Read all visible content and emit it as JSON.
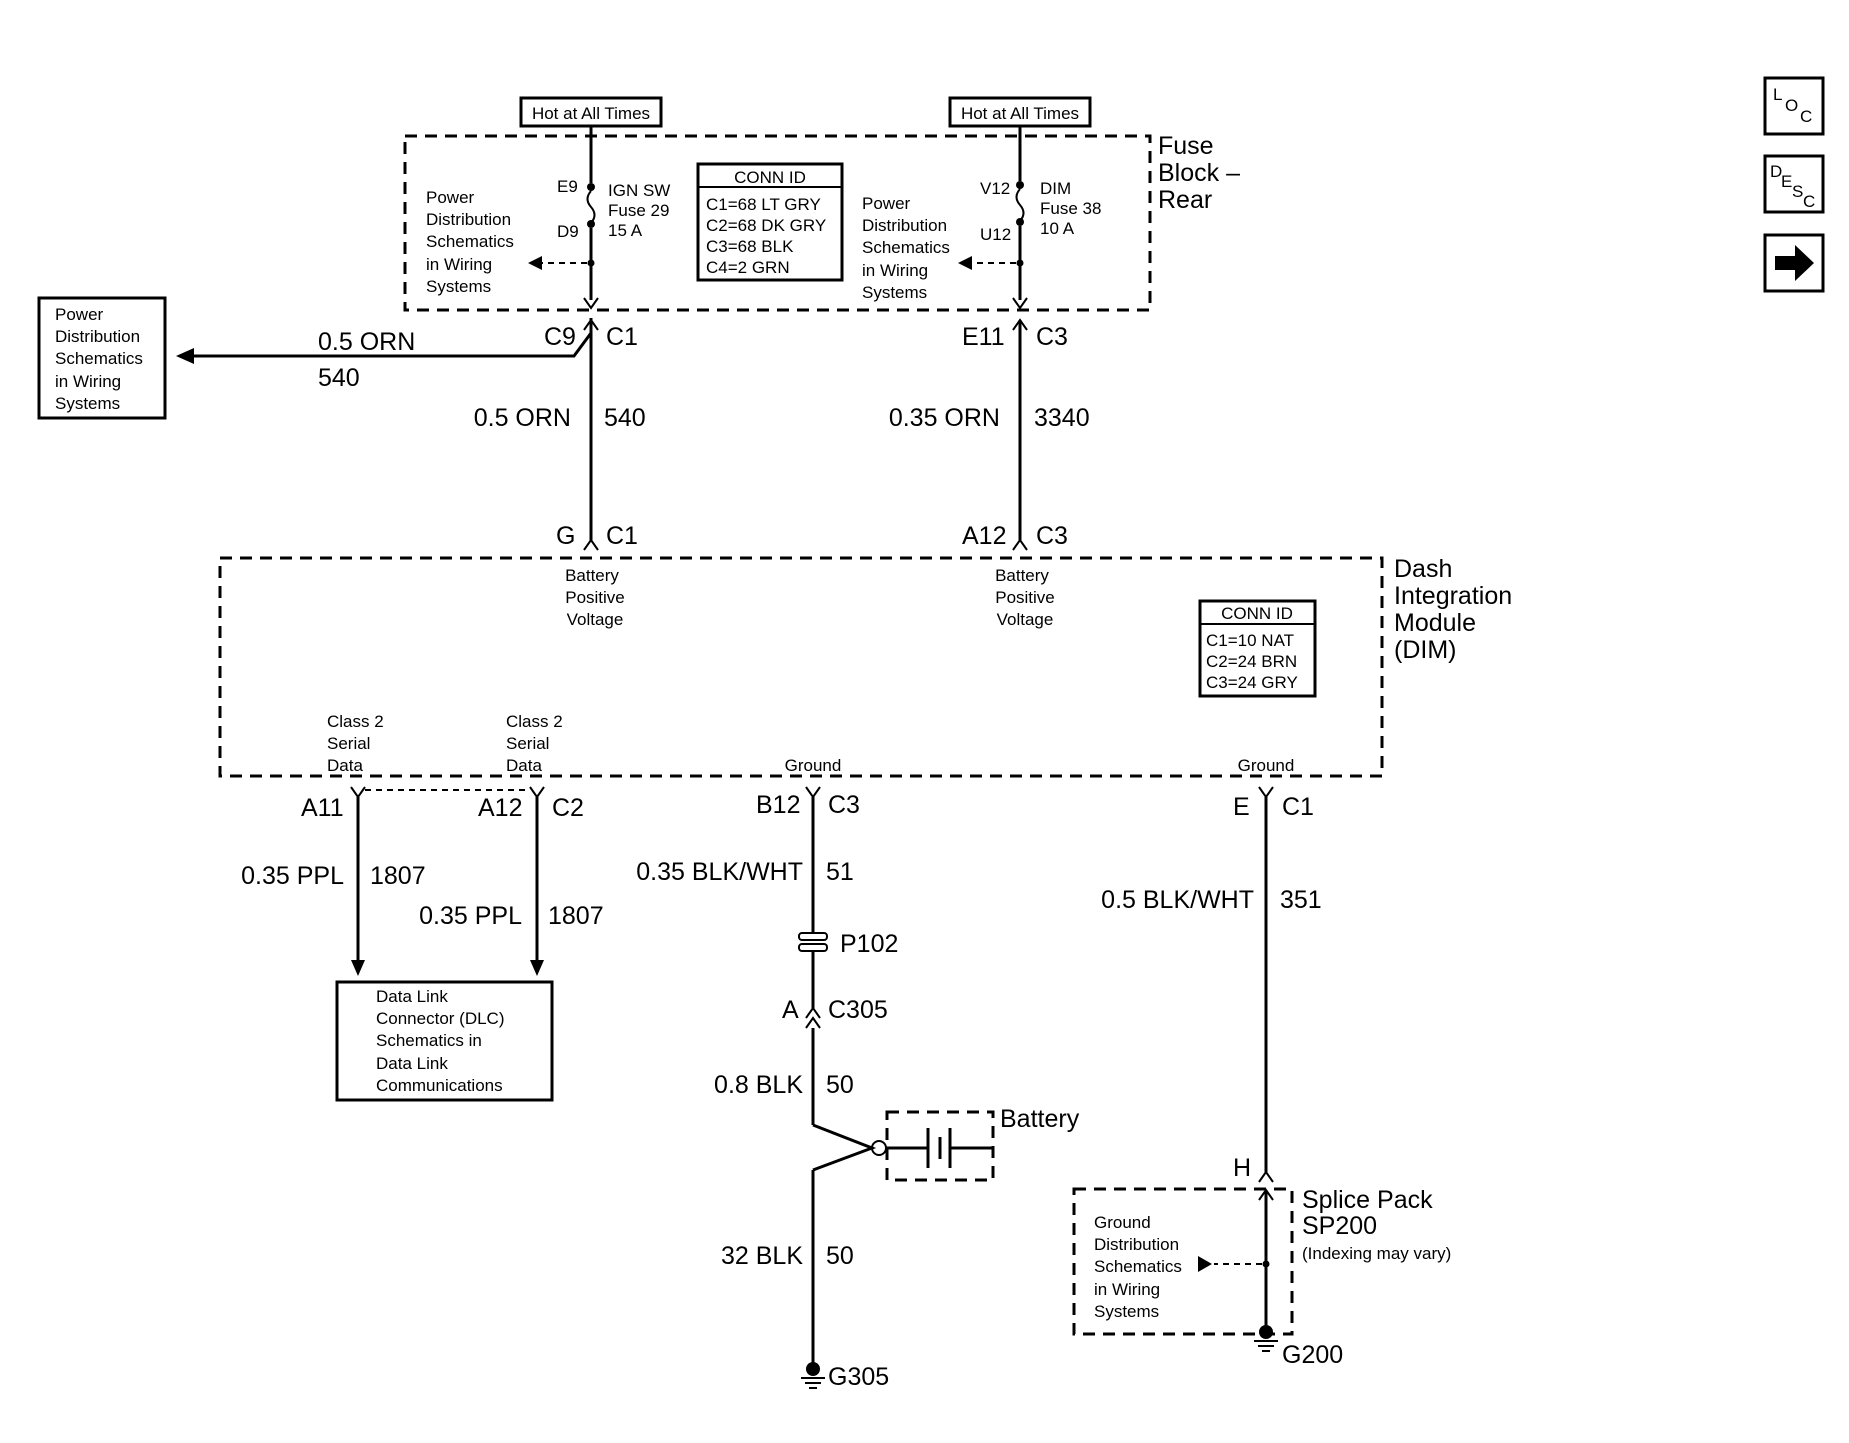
{
  "nav": {
    "loc": [
      "L",
      "O",
      "C"
    ],
    "desc": [
      "D",
      "E",
      "S",
      "C"
    ],
    "next_icon": "right-arrow-icon"
  },
  "fuse_block": {
    "title": [
      "Fuse",
      "Block –",
      "Rear"
    ],
    "hot_left": "Hot at All Times",
    "hot_right": "Hot at All Times",
    "conn_id": {
      "title": "CONN ID",
      "rows": [
        "C1=68 LT GRY",
        "C2=68 DK GRY",
        "C3=68 BLK",
        "C4=2 GRN"
      ]
    },
    "left_fuse": {
      "pin_in": "E9",
      "pin_out": "D9",
      "label": [
        "IGN SW",
        "Fuse 29",
        "15 A"
      ]
    },
    "right_fuse": {
      "pin_in": "V12",
      "pin_out": "U12",
      "label": [
        "DIM",
        "Fuse 38",
        "10 A"
      ]
    },
    "ref_left": [
      "Power",
      "Distribution",
      "Schematics",
      "in Wiring",
      "Systems"
    ],
    "ref_right": [
      "Power",
      "Distribution",
      "Schematics",
      "in Wiring",
      "Systems"
    ]
  },
  "power_dist_box": [
    "Power",
    "Distribution",
    "Schematics",
    "in Wiring",
    "Systems"
  ],
  "left_branch": {
    "pin": "C9",
    "conn": "C1",
    "wire": "0.5 ORN",
    "circuit": "540"
  },
  "left_feed": {
    "wire": "0.5 ORN",
    "circuit": "540",
    "pin": "G",
    "conn": "C1"
  },
  "right_top": {
    "pin": "E11",
    "conn": "C3"
  },
  "right_feed": {
    "wire": "0.35 ORN",
    "circuit": "3340",
    "pin": "A12",
    "conn": "C3"
  },
  "dim": {
    "title": [
      "Dash",
      "Integration",
      "Module",
      "(DIM)"
    ],
    "batt_left": [
      "Battery",
      "Positive",
      "Voltage"
    ],
    "batt_right": [
      "Battery",
      "Positive",
      "Voltage"
    ],
    "class2_a": [
      "Class 2",
      "Serial",
      "Data"
    ],
    "class2_b": [
      "Class 2",
      "Serial",
      "Data"
    ],
    "ground_a": "Ground",
    "ground_b": "Ground",
    "conn_id": {
      "title": "CONN ID",
      "rows": [
        "C1=10 NAT",
        "C2=24 BRN",
        "C3=24 GRY"
      ]
    }
  },
  "serial_a": {
    "pin": "A11",
    "wire": "0.35 PPL",
    "circuit": "1807"
  },
  "serial_b": {
    "pin": "A12",
    "conn": "C2",
    "wire": "0.35 PPL",
    "circuit": "1807"
  },
  "dlc_box": [
    "Data Link",
    "Connector (DLC)",
    "Schematics in",
    "Data Link",
    "Communications"
  ],
  "ground_mid": {
    "pin": "B12",
    "conn": "C3",
    "wire1": "0.35 BLK/WHT",
    "circuit1": "51",
    "p102": "P102",
    "c305_pin": "A",
    "c305": "C305",
    "wire2": "0.8 BLK",
    "circuit2": "50",
    "battery": "Battery",
    "wire3": "32 BLK",
    "circuit3": "50",
    "ground": "G305"
  },
  "ground_right": {
    "pin": "E",
    "conn": "C1",
    "wire": "0.5 BLK/WHT",
    "circuit": "351",
    "splice_pin": "H",
    "splice_title": [
      "Splice Pack",
      "SP200"
    ],
    "splice_note": "(Indexing may vary)",
    "ref": [
      "Ground",
      "Distribution",
      "Schematics",
      "in Wiring",
      "Systems"
    ],
    "ground": "G200"
  }
}
